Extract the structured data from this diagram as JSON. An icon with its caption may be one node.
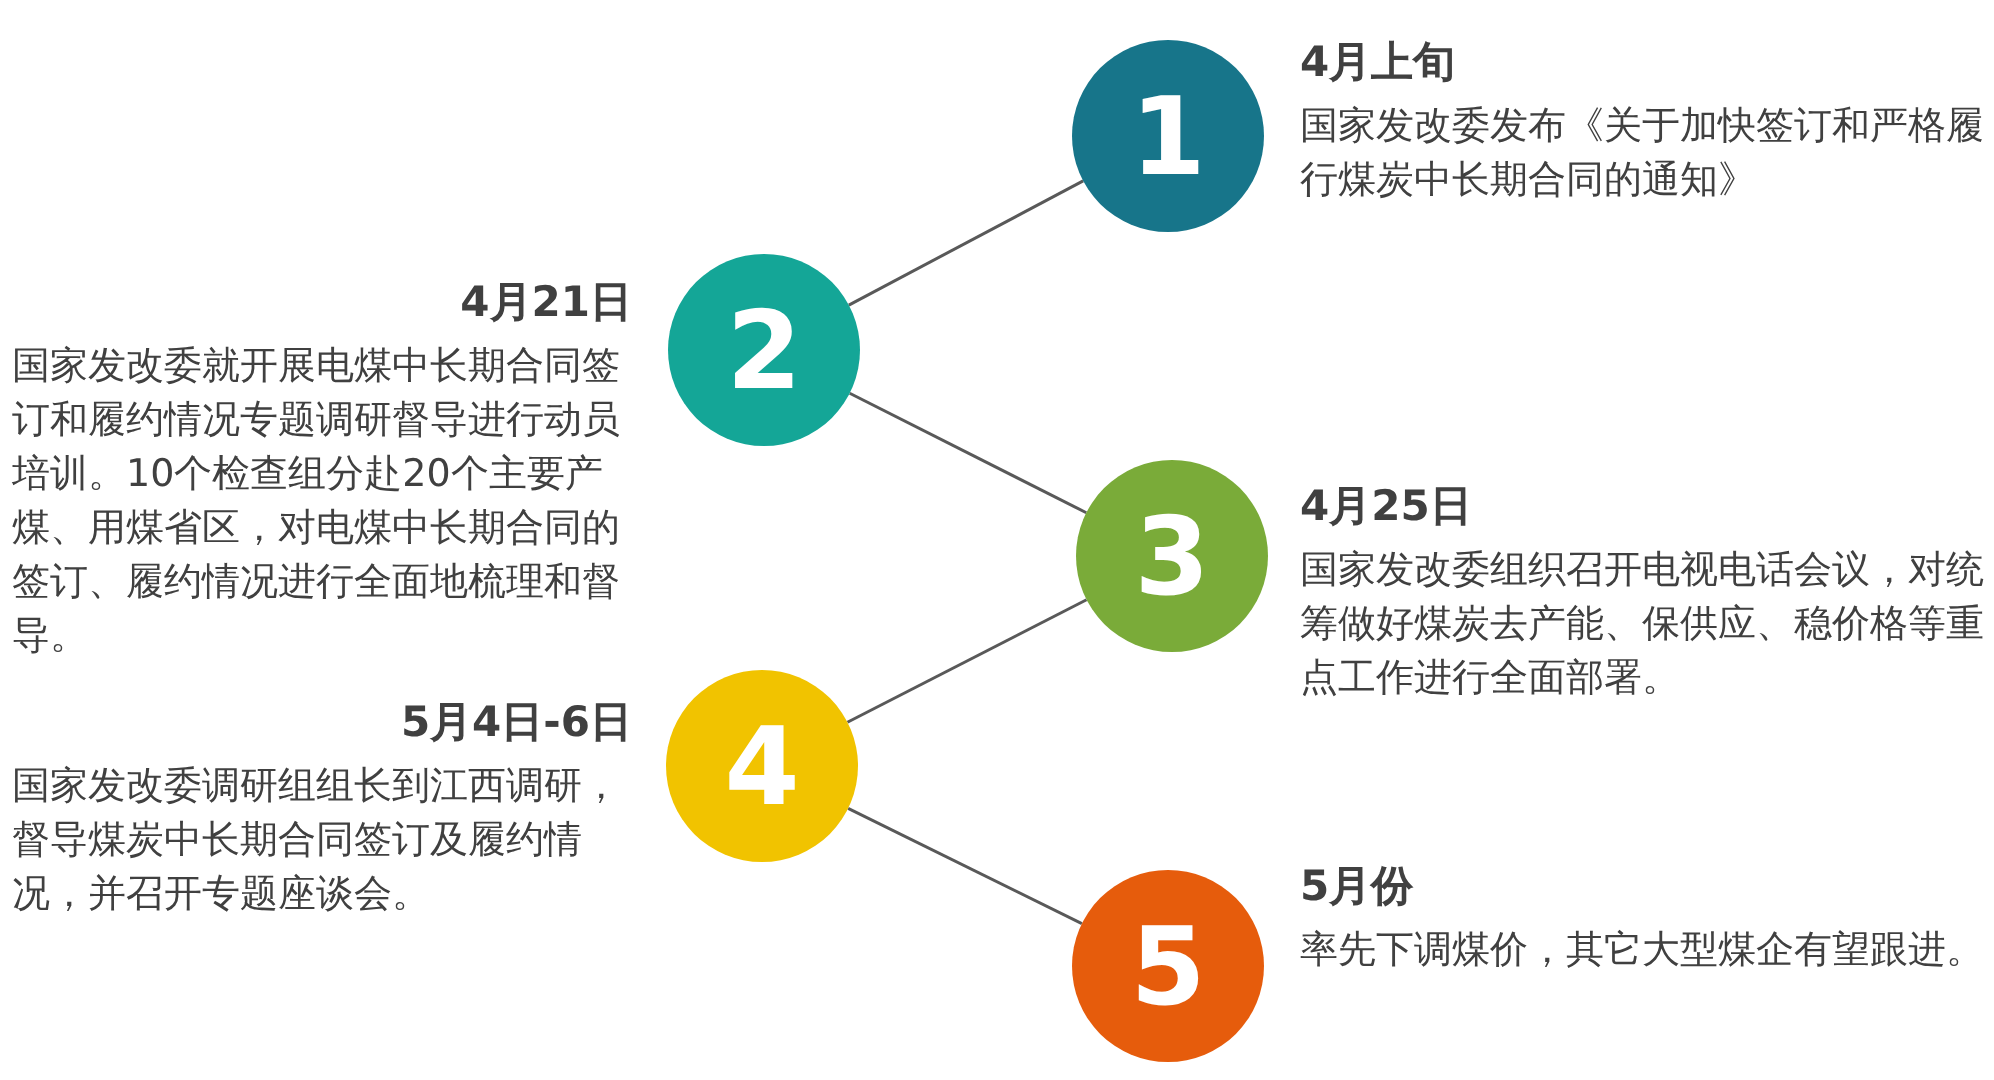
{
  "diagram": {
    "nodes": [
      {
        "text": [
          "1"
        ],
        "beside": [
          "4月上旬",
          "国家发改委发布《关于加快签订和严格履行煤炭中长期合同的通知》"
        ]
      },
      {
        "text": [
          "2"
        ],
        "beside": [
          "4月21日",
          "国家发改委就开展电煤中长期合同签订和履约情况专题调研督导进行动员培训。10个检查组分赴20个主要产煤、用煤省区，对电煤中长期合同的签订、履约情况进行全面地梳理和督导。"
        ]
      },
      {
        "text": [
          "3"
        ],
        "beside": [
          "4月25日",
          "国家发改委组织召开电视电话会议，对统筹做好煤炭去产能、保供应、稳价格等重点工作进行全面部署。"
        ]
      },
      {
        "text": [
          "4"
        ],
        "beside": [
          "5月4日-6日",
          "国家发改委调研组组长到江西调研，督导煤炭中长期合同签订及履约情况，并召开专题座谈会。"
        ]
      },
      {
        "text": [
          "5"
        ],
        "beside": [
          "5月份",
          "率先下调煤价，其它大型煤企有望跟进。"
        ]
      }
    ],
    "edges": [
      {
        "from": 0,
        "to": 1,
        "arrow": "none"
      },
      {
        "from": 1,
        "to": 2,
        "arrow": "none"
      },
      {
        "from": 2,
        "to": 3,
        "arrow": "none"
      },
      {
        "from": 3,
        "to": 4,
        "arrow": "none"
      }
    ]
  }
}
